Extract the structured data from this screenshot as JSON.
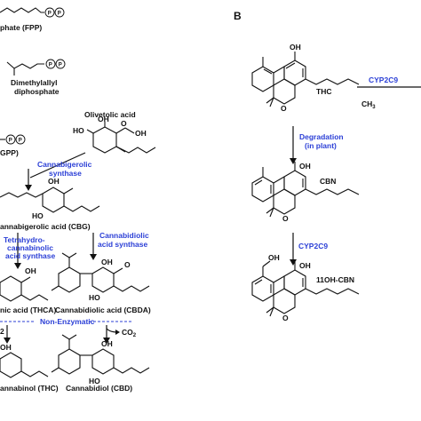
{
  "panel_b": {
    "label": "B",
    "thc": "THC",
    "enzyme_1": "CYP2C9",
    "degradation_1": "Degradation",
    "degradation_2": "(in plant)",
    "cbn": "CBN",
    "enzyme_2": "CYP2C9",
    "oh_cbn": "11OH-CBN",
    "oh": "OH",
    "ch3": "CH",
    "ch3_sub": "3"
  },
  "panel_a": {
    "fpp": "phate (FPP)",
    "dmapp_1": "Dimethylallyl",
    "dmapp_2": "diphosphate",
    "gpp": "GPP)",
    "olivetolic": "Olivetolic acid",
    "cbga_synthase_1": "Cannabigerolic",
    "cbga_synthase_2": "synthase",
    "cbg": "annabigerolic acid (CBG)",
    "thca_synthase_1": "Tetrahydro-",
    "thca_synthase_2": "cannabinolic",
    "thca_synthase_3": "acid synthase",
    "cbda_synthase_1": "Cannabidiolic",
    "cbda_synthase_2": "acid synthase",
    "thca": "nic acid (THCA)",
    "cbda": "Cannabidiolic acid (CBDA)",
    "non_enzymatic": "Non-Enzymatic",
    "co2": "CO",
    "co2_sub": "2",
    "co2_left_sub": "2",
    "thc": "annabinol (THC)",
    "cbd": "Cannabidiol (CBD)",
    "phosphate": "P",
    "oh": "OH",
    "o": "O",
    "ho": "HO"
  }
}
